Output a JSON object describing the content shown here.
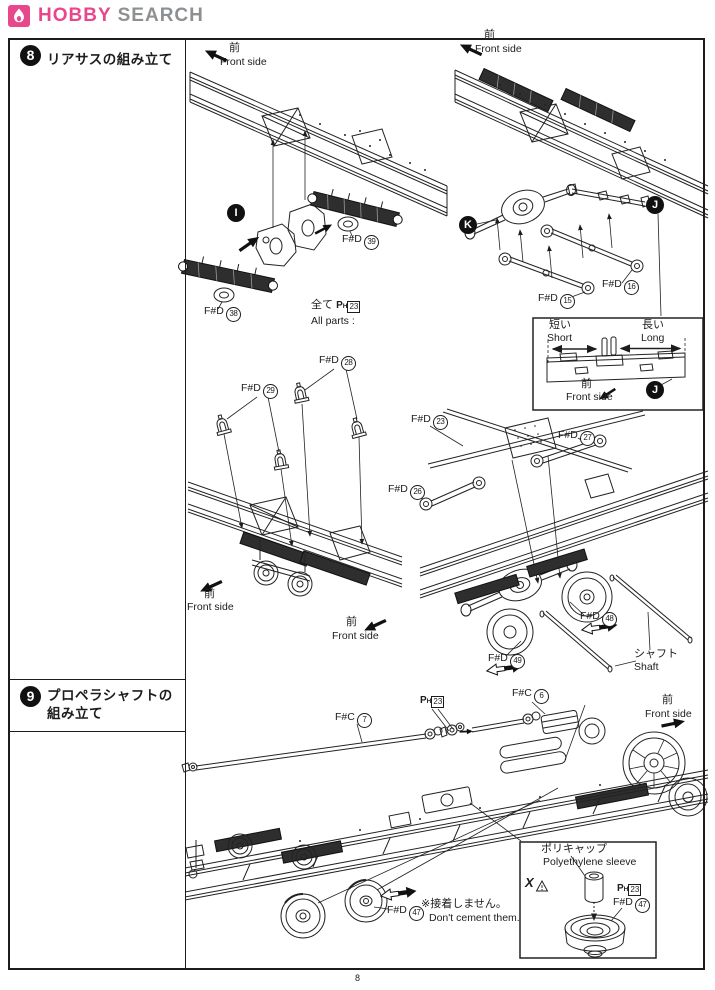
{
  "colors": {
    "logo_pink": "#e9478c",
    "logo_gray": "#8d9093",
    "ink": "#1c1c1e",
    "paper": "#ffffff"
  },
  "logo": {
    "brand_left": "HOBBY",
    "brand_right": "SEARCH"
  },
  "page": {
    "number": "8"
  },
  "steps": {
    "s8": {
      "number": "8",
      "title": "リアサスの組み立て"
    },
    "s9": {
      "number": "9",
      "title_line1": "プロペラシャフトの",
      "title_line2": "組み立て"
    }
  },
  "front_side": {
    "jp": "前",
    "en": "Front side"
  },
  "callouts": {
    "i": "I",
    "k": "K",
    "j": "J"
  },
  "ph_marker": {
    "p": "P",
    "sub": "H",
    "num": "23"
  },
  "all_parts": {
    "jp": "全て",
    "en": "All parts :"
  },
  "inset": {
    "short_jp": "短い",
    "short_en": "Short",
    "long_jp": "長い",
    "long_en": "Long"
  },
  "shaft_label": {
    "jp": "シャフト",
    "en": "Shaft"
  },
  "notes": {
    "dont_cement_jp": "※接着しません。",
    "dont_cement_en": "Don't cement them."
  },
  "polycap": {
    "jp": "ポリキャップ",
    "en": "Polyethylene sleeve",
    "no_cement_mark": "X"
  },
  "parts": {
    "fd39": {
      "prefix": "F#D",
      "num": "39"
    },
    "fd38": {
      "prefix": "F#D",
      "num": "38"
    },
    "fd15": {
      "prefix": "F#D",
      "num": "15"
    },
    "fd16": {
      "prefix": "F#D",
      "num": "16"
    },
    "fd29": {
      "prefix": "F#D",
      "num": "29"
    },
    "fd28": {
      "prefix": "F#D",
      "num": "28"
    },
    "fd23": {
      "prefix": "F#D",
      "num": "23"
    },
    "fd27": {
      "prefix": "F#D",
      "num": "27"
    },
    "fd26": {
      "prefix": "F#D",
      "num": "26"
    },
    "fd48": {
      "prefix": "F#D",
      "num": "48"
    },
    "fd49": {
      "prefix": "F#D",
      "num": "49"
    },
    "fc7": {
      "prefix": "F#C",
      "num": "7"
    },
    "fc6": {
      "prefix": "F#C",
      "num": "6"
    },
    "fd47": {
      "prefix": "F#D",
      "num": "47"
    }
  }
}
